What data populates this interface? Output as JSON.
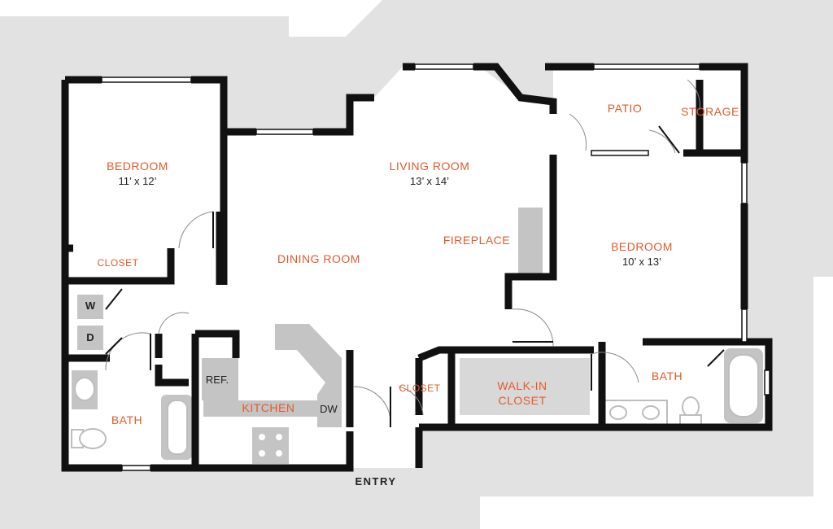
{
  "colors": {
    "wall": "#111111",
    "background_gray": "#e2e2e2",
    "fixture_gray": "#c4c4c4",
    "label_orange": "#e35a2a",
    "dim_text": "#222222"
  },
  "rooms": {
    "bedroom_left": {
      "name": "BEDROOM",
      "size": "11’ x 12’"
    },
    "living_room": {
      "name": "LIVING ROOM",
      "size": "13’ x 14’"
    },
    "dining_room": {
      "name": "DINING ROOM"
    },
    "fireplace": {
      "name": "FIREPLACE"
    },
    "patio": {
      "name": "PATIO"
    },
    "storage": {
      "name": "STORAGE"
    },
    "bedroom_right": {
      "name": "BEDROOM",
      "size": "10’ x 13’"
    },
    "closet_left": {
      "name": "CLOSET"
    },
    "closet_entry": {
      "name": "CLOSET"
    },
    "walkin_closet": {
      "name": "WALK-IN\nCLOSET",
      "line1": "WALK-IN",
      "line2": "CLOSET"
    },
    "kitchen": {
      "name": "KITCHEN"
    },
    "bath_left": {
      "name": "BATH"
    },
    "bath_right": {
      "name": "BATH"
    }
  },
  "appliances": {
    "washer": "W",
    "dryer": "D",
    "refrigerator": "REF.",
    "dishwasher": "DW"
  },
  "entry": {
    "label": "ENTRY"
  }
}
